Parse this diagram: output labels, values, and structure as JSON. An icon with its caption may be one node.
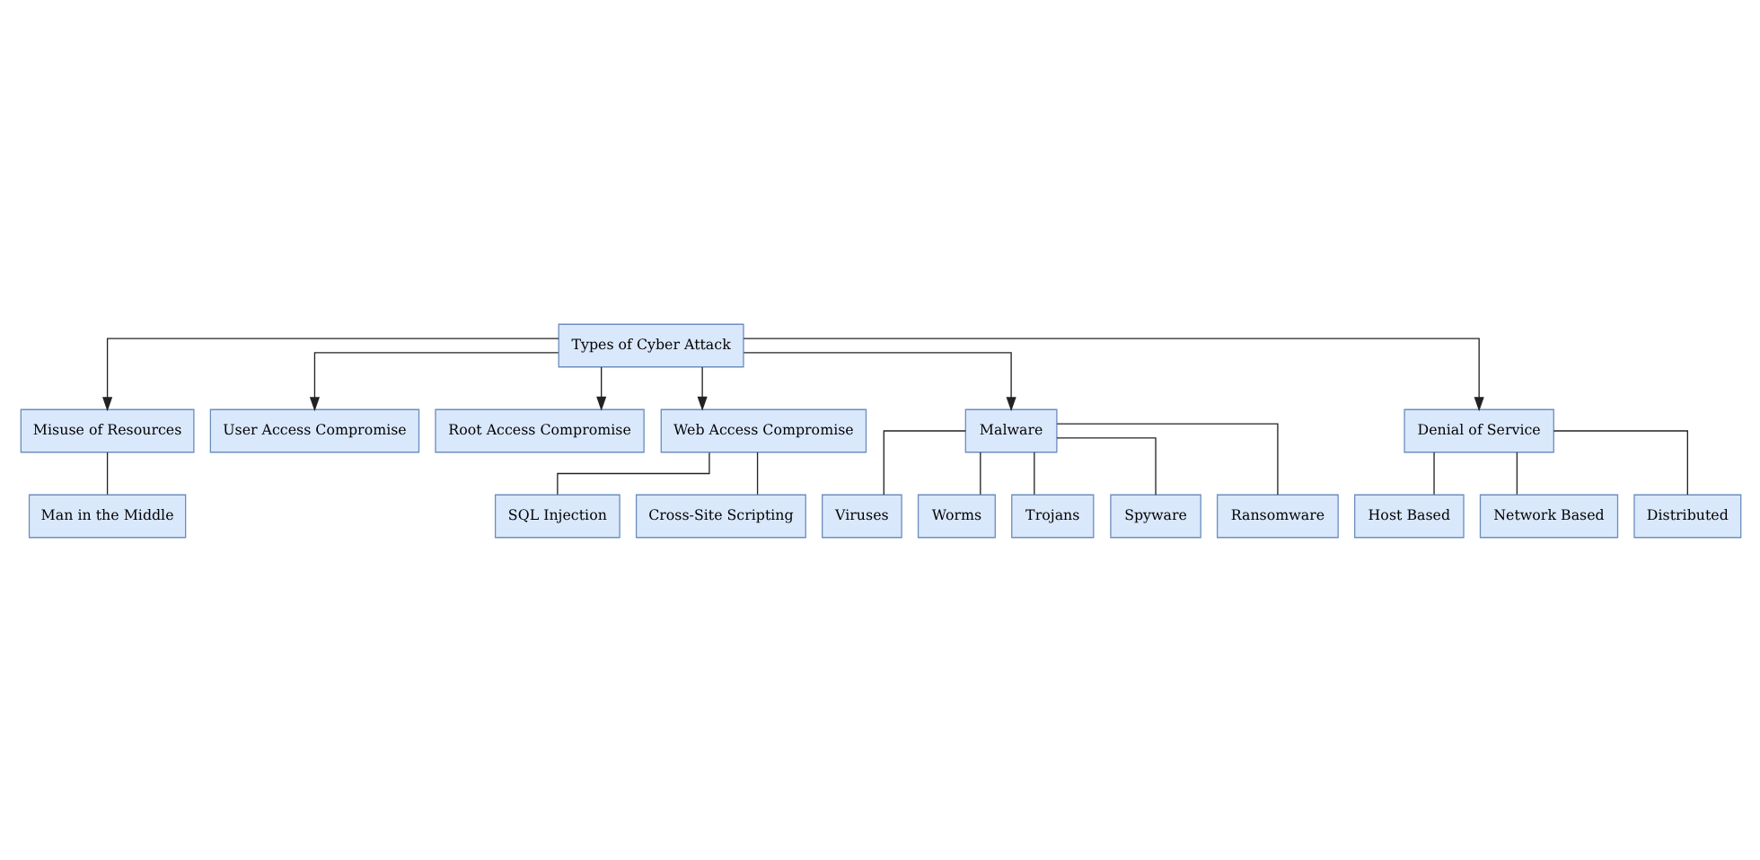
{
  "diagram": {
    "nodes": [
      {
        "text": [
          "Types of Cyber Attack"
        ]
      },
      {
        "text": [
          "Misuse of Resources"
        ]
      },
      {
        "text": [
          "User Access Compromise"
        ]
      },
      {
        "text": [
          "Root Access Compromise"
        ]
      },
      {
        "text": [
          "Web Access Compromise"
        ]
      },
      {
        "text": [
          "Malware"
        ]
      },
      {
        "text": [
          "Denial of Service"
        ]
      },
      {
        "text": [
          "Man in the Middle"
        ]
      },
      {
        "text": [
          "SQL Injection"
        ]
      },
      {
        "text": [
          "Cross-Site Scripting"
        ]
      },
      {
        "text": [
          "Viruses"
        ]
      },
      {
        "text": [
          "Worms"
        ]
      },
      {
        "text": [
          "Trojans"
        ]
      },
      {
        "text": [
          "Spyware"
        ]
      },
      {
        "text": [
          "Ransomware"
        ]
      },
      {
        "text": [
          "Host Based"
        ]
      },
      {
        "text": [
          "Network Based"
        ]
      },
      {
        "text": [
          "Distributed"
        ]
      }
    ],
    "edges": [
      {
        "from": 0,
        "to": 1,
        "arrow": "to"
      },
      {
        "from": 0,
        "to": 2,
        "arrow": "to"
      },
      {
        "from": 0,
        "to": 3,
        "arrow": "to"
      },
      {
        "from": 0,
        "to": 4,
        "arrow": "to"
      },
      {
        "from": 0,
        "to": 5,
        "arrow": "to"
      },
      {
        "from": 0,
        "to": 6,
        "arrow": "to"
      },
      {
        "from": 1,
        "to": 7,
        "arrow": "none"
      },
      {
        "from": 4,
        "to": 8,
        "arrow": "none"
      },
      {
        "from": 4,
        "to": 9,
        "arrow": "none"
      },
      {
        "from": 5,
        "to": 10,
        "arrow": "none"
      },
      {
        "from": 5,
        "to": 11,
        "arrow": "none"
      },
      {
        "from": 5,
        "to": 12,
        "arrow": "none"
      },
      {
        "from": 5,
        "to": 13,
        "arrow": "none"
      },
      {
        "from": 5,
        "to": 14,
        "arrow": "none"
      },
      {
        "from": 6,
        "to": 15,
        "arrow": "none"
      },
      {
        "from": 6,
        "to": 16,
        "arrow": "none"
      },
      {
        "from": 6,
        "to": 17,
        "arrow": "none"
      }
    ]
  }
}
